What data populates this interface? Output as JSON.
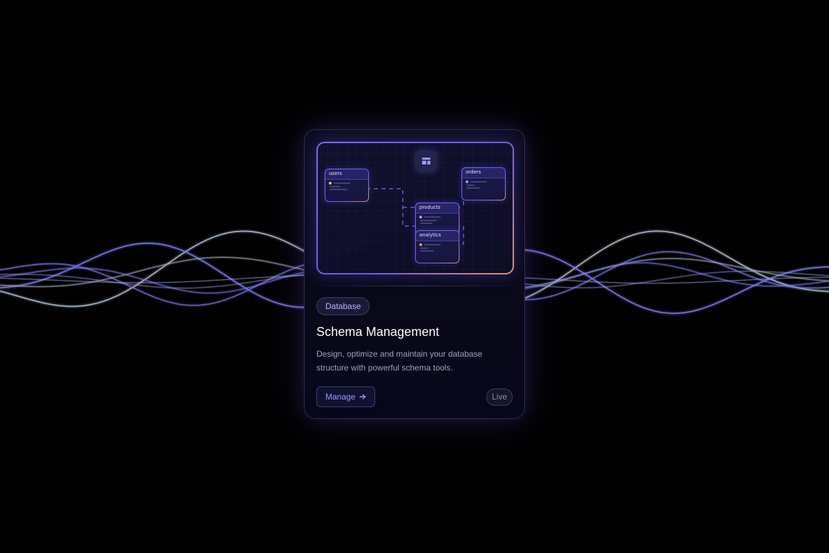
{
  "card": {
    "badge": "Database",
    "title": "Schema Management",
    "description": "Design, optimize and maintain your database structure with powerful schema tools.",
    "button_label": "Manage",
    "status": "Live"
  },
  "diagram": {
    "hub_icon": "layout-icon",
    "tables": [
      {
        "name": "users",
        "dot_color": "#f5c04a"
      },
      {
        "name": "orders",
        "dot_color": "#7aa7ff"
      },
      {
        "name": "products",
        "dot_color": "#e58ad8"
      },
      {
        "name": "analytics",
        "dot_color": "#f5a04a"
      }
    ]
  },
  "colors": {
    "background": "#000000",
    "accent": "#7a6cff",
    "accent_warm": "#e8946a",
    "wave_gray": "#a8b8c8",
    "wave_violet": "#7a7af0"
  }
}
